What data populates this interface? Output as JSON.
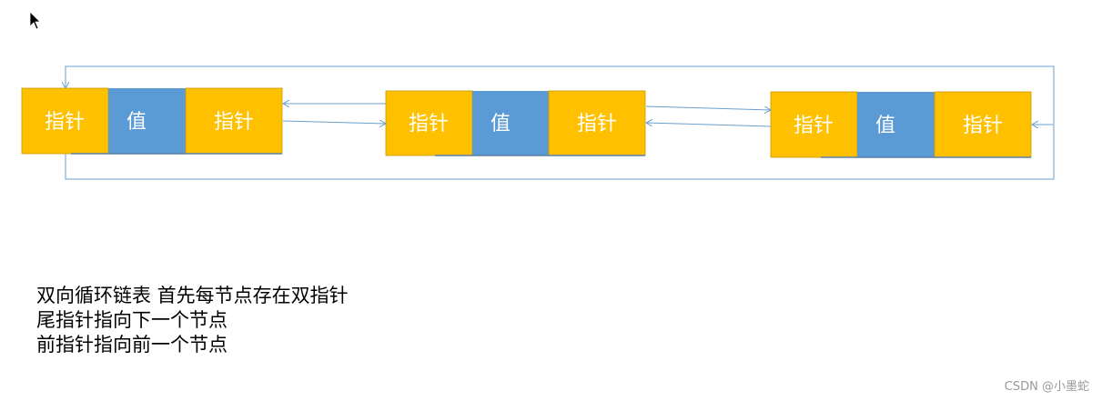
{
  "nodes": [
    {
      "prev_label": "指针",
      "value_label": "值",
      "next_label": "指针"
    },
    {
      "prev_label": "指针",
      "value_label": "值",
      "next_label": "指针"
    },
    {
      "prev_label": "指针",
      "value_label": "值",
      "next_label": "指针"
    }
  ],
  "colors": {
    "pointer_fill": "#FFC000",
    "value_fill": "#5B9BD5",
    "connector": "#6A9FD0",
    "text": "#000000"
  },
  "notes": {
    "line1": "双向循环链表  首先每节点存在双指针",
    "line2": "尾指针指向下一个节点",
    "line3": "前指针指向前一个节点"
  },
  "watermark": "CSDN @小墨蛇",
  "cursor_icon": "mouse-pointer-icon"
}
